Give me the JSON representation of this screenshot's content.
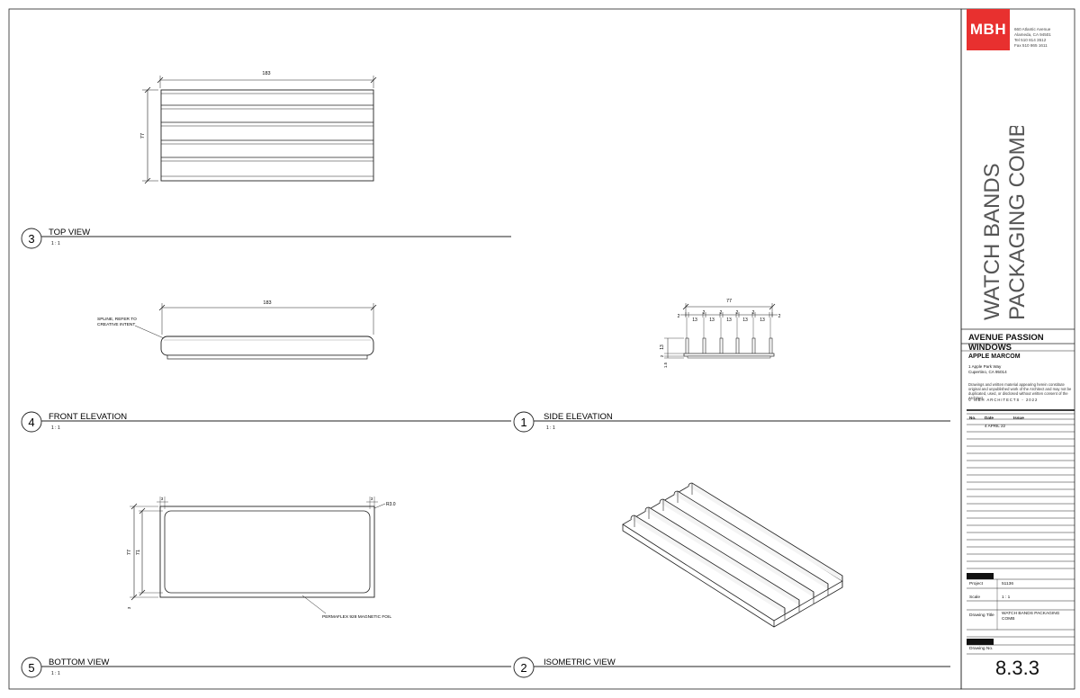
{
  "firm": {
    "logo_text": "MBH",
    "logo_color": "#e8302f",
    "address_lines": [
      "660 Atlantic Avenue",
      "Alameda, CA 94501",
      "Tel 510 814 3512",
      "Fax 510 865 1611"
    ]
  },
  "project": {
    "title_line1": "WATCH BANDS",
    "title_line2": "PACKAGING COMB",
    "project_name": "AVENUE PASSION WINDOWS",
    "client_name": "APPLE MARCOM",
    "client_address": [
      "1 Apple Park Way",
      "Cupertino, CA 95014"
    ],
    "legal_text": "Drawings and written material appearing herein constitute original and unpublished work of the Architect and may not be duplicated, used, or disclosed without written consent of the Architect.",
    "copyright": "MBH ARCHITECTS - 2022"
  },
  "revisions": {
    "headers": [
      "No.",
      "Date",
      "Issue"
    ],
    "rows": [
      {
        "no": "",
        "date": "4 APRIL 22",
        "issue": ""
      }
    ]
  },
  "sheet_info": {
    "project_label": "Project",
    "project_value": "51136",
    "scale_label": "Scale",
    "scale_value": "1 : 1",
    "drawing_title_label": "Drawing Title",
    "drawing_title_value_1": "WATCH BANDS PACKAGING",
    "drawing_title_value_2": "COMB",
    "drawing_no_label": "Drawing No.",
    "drawing_no": "8.3.3"
  },
  "views": {
    "top": {
      "number": "3",
      "title": "TOP VIEW",
      "scale": "1 : 1",
      "dim_width": "183",
      "dim_height": "77"
    },
    "front": {
      "number": "4",
      "title": "FRONT ELEVATION",
      "scale": "1 : 1",
      "dim_width": "183",
      "note": "SPLINE, REFER TO",
      "note2": "CREATIVE INTENT"
    },
    "side": {
      "number": "1",
      "title": "SIDE ELEVATION",
      "scale": "1 : 1",
      "dim_width": "77",
      "dim_gap": "13",
      "dim_wall": "2",
      "dim_height": "13",
      "dim_base1": "2",
      "dim_base2": "1.5"
    },
    "bottom": {
      "number": "5",
      "title": "BOTTOM VIEW",
      "scale": "1 : 1",
      "dim_outer": "77",
      "dim_inner": "71",
      "dim_edge": "3",
      "radius_note": "R3.0",
      "foil_note": "PERMAFLEX 928 MAGNETIC FOIL"
    },
    "iso": {
      "number": "2",
      "title": "ISOMETRIC VIEW"
    }
  }
}
